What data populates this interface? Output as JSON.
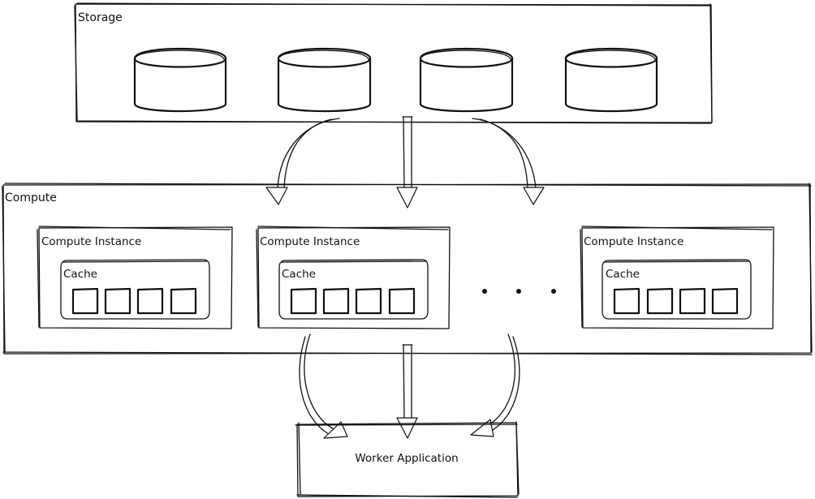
{
  "storage": {
    "label": "Storage",
    "disk_count": 4
  },
  "compute": {
    "label": "Compute",
    "ellipsis": "· · ·",
    "instances": [
      {
        "label": "Compute Instance",
        "cache_label": "Cache",
        "cache_blocks": 4
      },
      {
        "label": "Compute Instance",
        "cache_label": "Cache",
        "cache_blocks": 4
      },
      {
        "label": "Compute Instance",
        "cache_label": "Cache",
        "cache_blocks": 4
      }
    ]
  },
  "worker": {
    "label": "Worker Application"
  }
}
